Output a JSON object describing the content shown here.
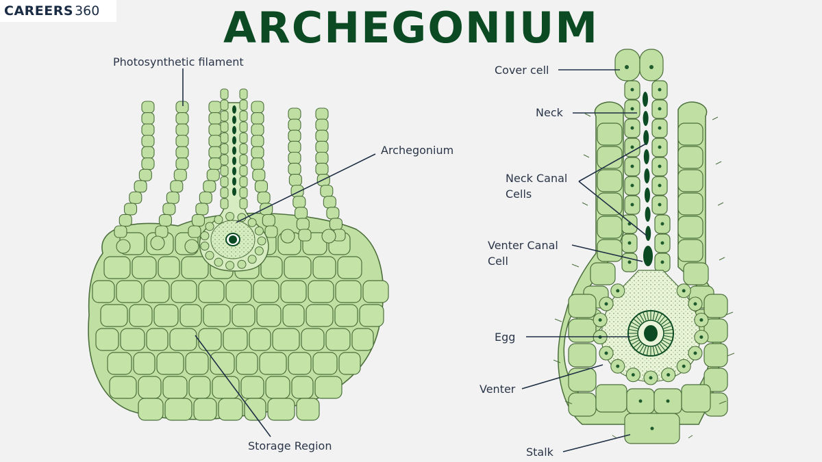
{
  "brand": {
    "word": "CAREERS",
    "number": "360"
  },
  "title": "ARCHEGONIUM",
  "left_labels": {
    "filament": "Photosynthetic filament",
    "archegonium": "Archegonium",
    "storage": "Storage Region"
  },
  "right_labels": {
    "cover_cell": "Cover cell",
    "neck": "Neck",
    "neck_canal_1": "Neck Canal",
    "neck_canal_2": "Cells",
    "venter_canal_1": "Venter Canal",
    "venter_canal_2": "Cell",
    "egg": "Egg",
    "venter": "Venter",
    "stalk": "Stalk"
  },
  "colors": {
    "cell_fill": "#bfe0a2",
    "cell_stroke": "#4b6e3b",
    "nucleus": "#1f5a2e",
    "dark_green": "#0b4a22",
    "inner_fill": "#e8f3d6",
    "leader": "#1e2e44"
  }
}
